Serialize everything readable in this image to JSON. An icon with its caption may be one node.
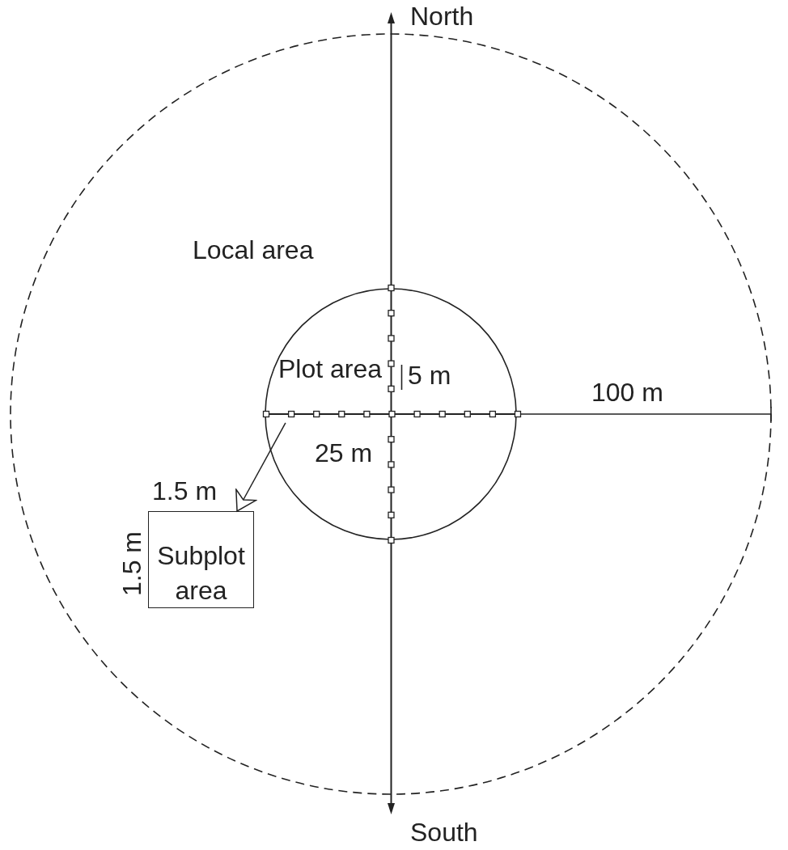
{
  "diagram": {
    "nodes": [
      {
        "text": [
          "Local area"
        ]
      },
      {
        "text": [
          "Plot area"
        ],
        "in": 0
      },
      {
        "text": [
          "Subplot area"
        ],
        "in": 0
      }
    ],
    "edges": [
      {
        "from": 1,
        "to": 2,
        "arrow": "to"
      }
    ],
    "labels": [
      "North",
      "5 m",
      "100 m",
      "25 m",
      "1.5 m",
      "1.5 m",
      "South"
    ]
  }
}
